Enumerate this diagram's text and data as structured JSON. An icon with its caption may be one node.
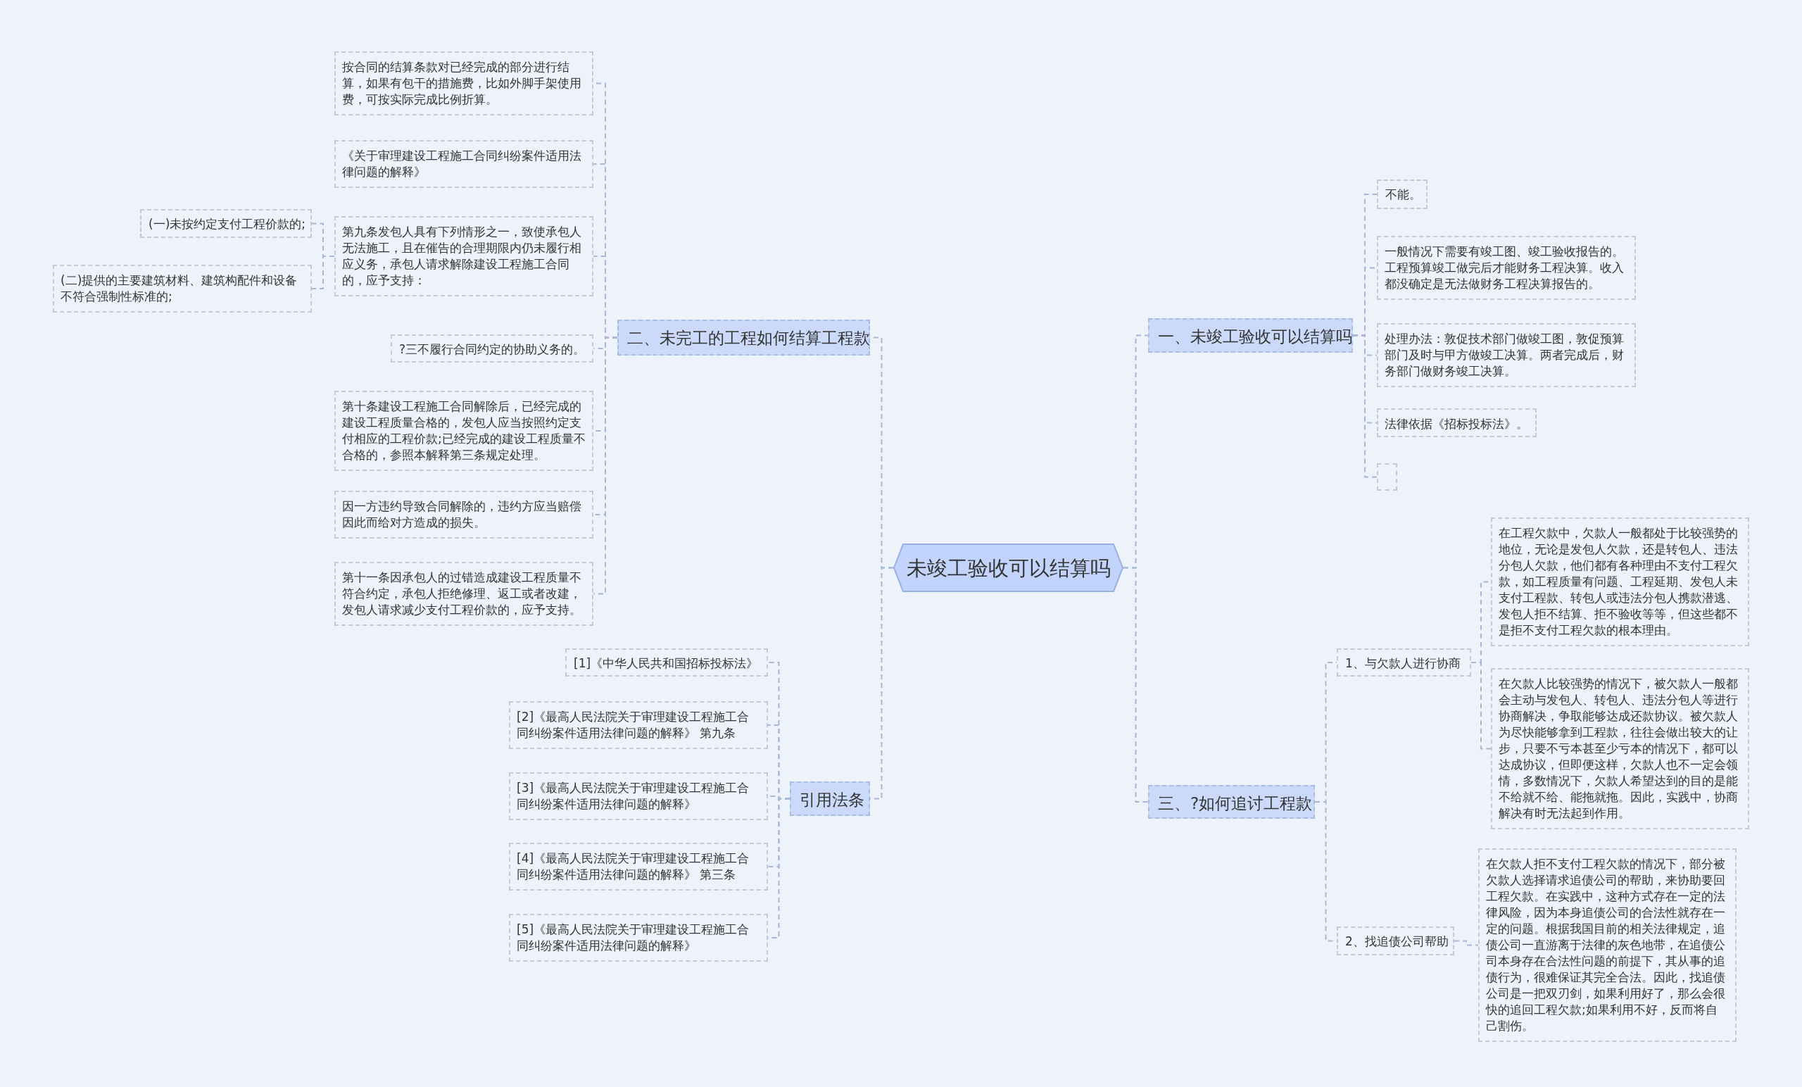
{
  "diagram": {
    "nodes": [
      {
        "text": [
          "未竣工验收可以结算吗"
        ]
      },
      {
        "text": [
          "一、未竣工验收可以结算吗"
        ]
      },
      {
        "text": [
          "不能。"
        ]
      },
      {
        "text": [
          "一般情况下需要有竣工图、竣工验收报告的。工程预算竣工做完后才能财务工程决算。收入都没确定是无法做财务工程决算报告的。"
        ]
      },
      {
        "text": [
          "处理办法：敦促技术部门做竣工图，敦促预算部门及时与甲方做竣工决算。两者完成后，财务部门做财务竣工决算。"
        ]
      },
      {
        "text": [
          "法律依据《招标投标法》。"
        ]
      },
      {
        "text": [],
        "shape": "box"
      },
      {
        "text": [
          "三、?如何追讨工程款"
        ]
      },
      {
        "text": [
          "1、与欠款人进行协商"
        ]
      },
      {
        "text": [
          "在工程欠款中，欠款人一般都处于比较强势的地位，无论是发包人欠款，还是转包人、违法分包人欠款，他们都有各种理由不支付工程欠款，如工程质量有问题、工程延期、发包人未支付工程款、转包人或违法分包人携款潜逃、发包人拒不结算、拒不验收等等，但这些都不是拒不支付工程欠款的根本理由。"
        ]
      },
      {
        "text": [
          "在欠款人比较强势的情况下，被欠款人一般都会主动与发包人、转包人、违法分包人等进行协商解决，争取能够达成还款协议。被欠款人为尽快能够拿到工程款，往往会做出较大的让步，只要不亏本甚至少亏本的情况下，都可以达成协议，但即便这样，欠款人也不一定会领情，多数情况下，欠款人希望达到的目的是能不给就不给、能拖就拖。因此，实践中，协商解决有时无法起到作用。"
        ]
      },
      {
        "text": [
          "2、找追债公司帮助"
        ]
      },
      {
        "text": [
          "在欠款人拒不支付工程欠款的情况下，部分被欠款人选择请求追债公司的帮助，来协助要回工程欠款。在实践中，这种方式存在一定的法律风险，因为本身追债公司的合法性就存在一定的问题。根据我国目前的相关法律规定，追债公司一直游离于法律的灰色地带，在追债公司本身存在合法性问题的前提下，其从事的追债行为，很难保证其完全合法。因此，找追债公司是一把双刃剑，如果利用好了，那么会很快的追回工程欠款;如果利用不好，反而将自己割伤。"
        ]
      },
      {
        "text": [
          "二、未完工的工程如何结算工程款"
        ]
      },
      {
        "text": [
          "按合同的结算条款对已经完成的部分进行结算，如果有包干的措施费，比如外脚手架使用费，可按实际完成比例折算。"
        ]
      },
      {
        "text": [
          "《关于审理建设工程施工合同纠纷案件适用法律问题的解释》"
        ]
      },
      {
        "text": [
          "第九条发包人具有下列情形之一，致使承包人无法施工，且在催告的合理期限内仍未履行相应义务，承包人请求解除建设工程施工合同的，应予支持："
        ]
      },
      {
        "text": [
          "(一)未按约定支付工程价款的;"
        ]
      },
      {
        "text": [
          "(二)提供的主要建筑材料、建筑构配件和设备不符合强制性标准的;"
        ]
      },
      {
        "text": [
          "?三不履行合同约定的协助义务的。"
        ]
      },
      {
        "text": [
          "第十条建设工程施工合同解除后，已经完成的建设工程质量合格的，发包人应当按照约定支付相应的工程价款;已经完成的建设工程质量不合格的，参照本解释第三条规定处理。"
        ]
      },
      {
        "text": [
          "因一方违约导致合同解除的，违约方应当赔偿因此而给对方造成的损失。"
        ]
      },
      {
        "text": [
          "第十一条因承包人的过错造成建设工程质量不符合约定，承包人拒绝修理、返工或者改建，发包人请求减少支付工程价款的，应予支持。"
        ]
      },
      {
        "text": [
          "引用法条"
        ]
      },
      {
        "text": [
          "[1]《中华人民共和国招标投标法》"
        ]
      },
      {
        "text": [
          "[2]《最高人民法院关于审理建设工程施工合同纠纷案件适用法律问题的解释》 第九条"
        ]
      },
      {
        "text": [
          "[3]《最高人民法院关于审理建设工程施工合同纠纷案件适用法律问题的解释》"
        ]
      },
      {
        "text": [
          "[4]《最高人民法院关于审理建设工程施工合同纠纷案件适用法律问题的解释》 第三条"
        ]
      },
      {
        "text": [
          "[5]《最高人民法院关于审理建设工程施工合同纠纷案件适用法律问题的解释》"
        ]
      }
    ],
    "edges": [
      {
        "from": 0,
        "to": 1,
        "arrow": "none"
      },
      {
        "from": 1,
        "to": 2,
        "arrow": "none"
      },
      {
        "from": 1,
        "to": 3,
        "arrow": "none"
      },
      {
        "from": 1,
        "to": 4,
        "arrow": "none"
      },
      {
        "from": 1,
        "to": 5,
        "arrow": "none"
      },
      {
        "from": 1,
        "to": 6,
        "arrow": "none"
      },
      {
        "from": 0,
        "to": 7,
        "arrow": "none"
      },
      {
        "from": 7,
        "to": 8,
        "arrow": "none"
      },
      {
        "from": 8,
        "to": 9,
        "arrow": "none"
      },
      {
        "from": 8,
        "to": 10,
        "arrow": "none"
      },
      {
        "from": 7,
        "to": 11,
        "arrow": "none"
      },
      {
        "from": 11,
        "to": 12,
        "arrow": "none"
      },
      {
        "from": 0,
        "to": 13,
        "arrow": "none"
      },
      {
        "from": 13,
        "to": 14,
        "arrow": "none"
      },
      {
        "from": 13,
        "to": 15,
        "arrow": "none"
      },
      {
        "from": 13,
        "to": 16,
        "arrow": "none"
      },
      {
        "from": 16,
        "to": 17,
        "arrow": "none"
      },
      {
        "from": 16,
        "to": 18,
        "arrow": "none"
      },
      {
        "from": 13,
        "to": 19,
        "arrow": "none"
      },
      {
        "from": 13,
        "to": 20,
        "arrow": "none"
      },
      {
        "from": 13,
        "to": 21,
        "arrow": "none"
      },
      {
        "from": 13,
        "to": 22,
        "arrow": "none"
      },
      {
        "from": 0,
        "to": 23,
        "arrow": "none"
      },
      {
        "from": 23,
        "to": 24,
        "arrow": "none"
      },
      {
        "from": 23,
        "to": 25,
        "arrow": "none"
      },
      {
        "from": 23,
        "to": 26,
        "arrow": "none"
      },
      {
        "from": 23,
        "to": 27,
        "arrow": "none"
      },
      {
        "from": 23,
        "to": 28,
        "arrow": "none"
      }
    ]
  }
}
